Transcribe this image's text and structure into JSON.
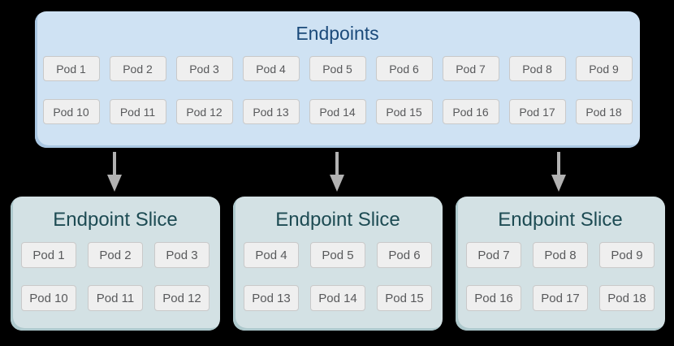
{
  "colors": {
    "canvas_bg": "#000000",
    "endpoints_fill": "#cfe2f3",
    "endpoints_edge": "#aac7e2",
    "endpoints_title": "#1b4a7a",
    "slice_fill": "#d3e1e4",
    "slice_edge": "#aec9cd",
    "slice_title": "#1d4b53",
    "pod_fill": "#efefef",
    "pod_border": "#c9c9c9",
    "pod_text": "#58595b",
    "arrow": "#b2b2b2"
  },
  "endpoints_box": {
    "title": "Endpoints",
    "pod_rows": [
      [
        "Pod 1",
        "Pod 2",
        "Pod 3",
        "Pod 4",
        "Pod 5",
        "Pod 6",
        "Pod 7",
        "Pod 8",
        "Pod 9"
      ],
      [
        "Pod 10",
        "Pod 11",
        "Pod 12",
        "Pod 13",
        "Pod 14",
        "Pod 15",
        "Pod 16",
        "Pod 17",
        "Pod 18"
      ]
    ]
  },
  "arrows": [
    {
      "icon": "down-arrow"
    },
    {
      "icon": "down-arrow"
    },
    {
      "icon": "down-arrow"
    }
  ],
  "slices": [
    {
      "title": "Endpoint Slice",
      "pod_rows": [
        [
          "Pod 1",
          "Pod 2",
          "Pod 3"
        ],
        [
          "Pod 10",
          "Pod 11",
          "Pod 12"
        ]
      ]
    },
    {
      "title": "Endpoint Slice",
      "pod_rows": [
        [
          "Pod 4",
          "Pod 5",
          "Pod 6"
        ],
        [
          "Pod 13",
          "Pod 14",
          "Pod 15"
        ]
      ]
    },
    {
      "title": "Endpoint Slice",
      "pod_rows": [
        [
          "Pod 7",
          "Pod 8",
          "Pod 9"
        ],
        [
          "Pod 16",
          "Pod 17",
          "Pod 18"
        ]
      ]
    }
  ]
}
